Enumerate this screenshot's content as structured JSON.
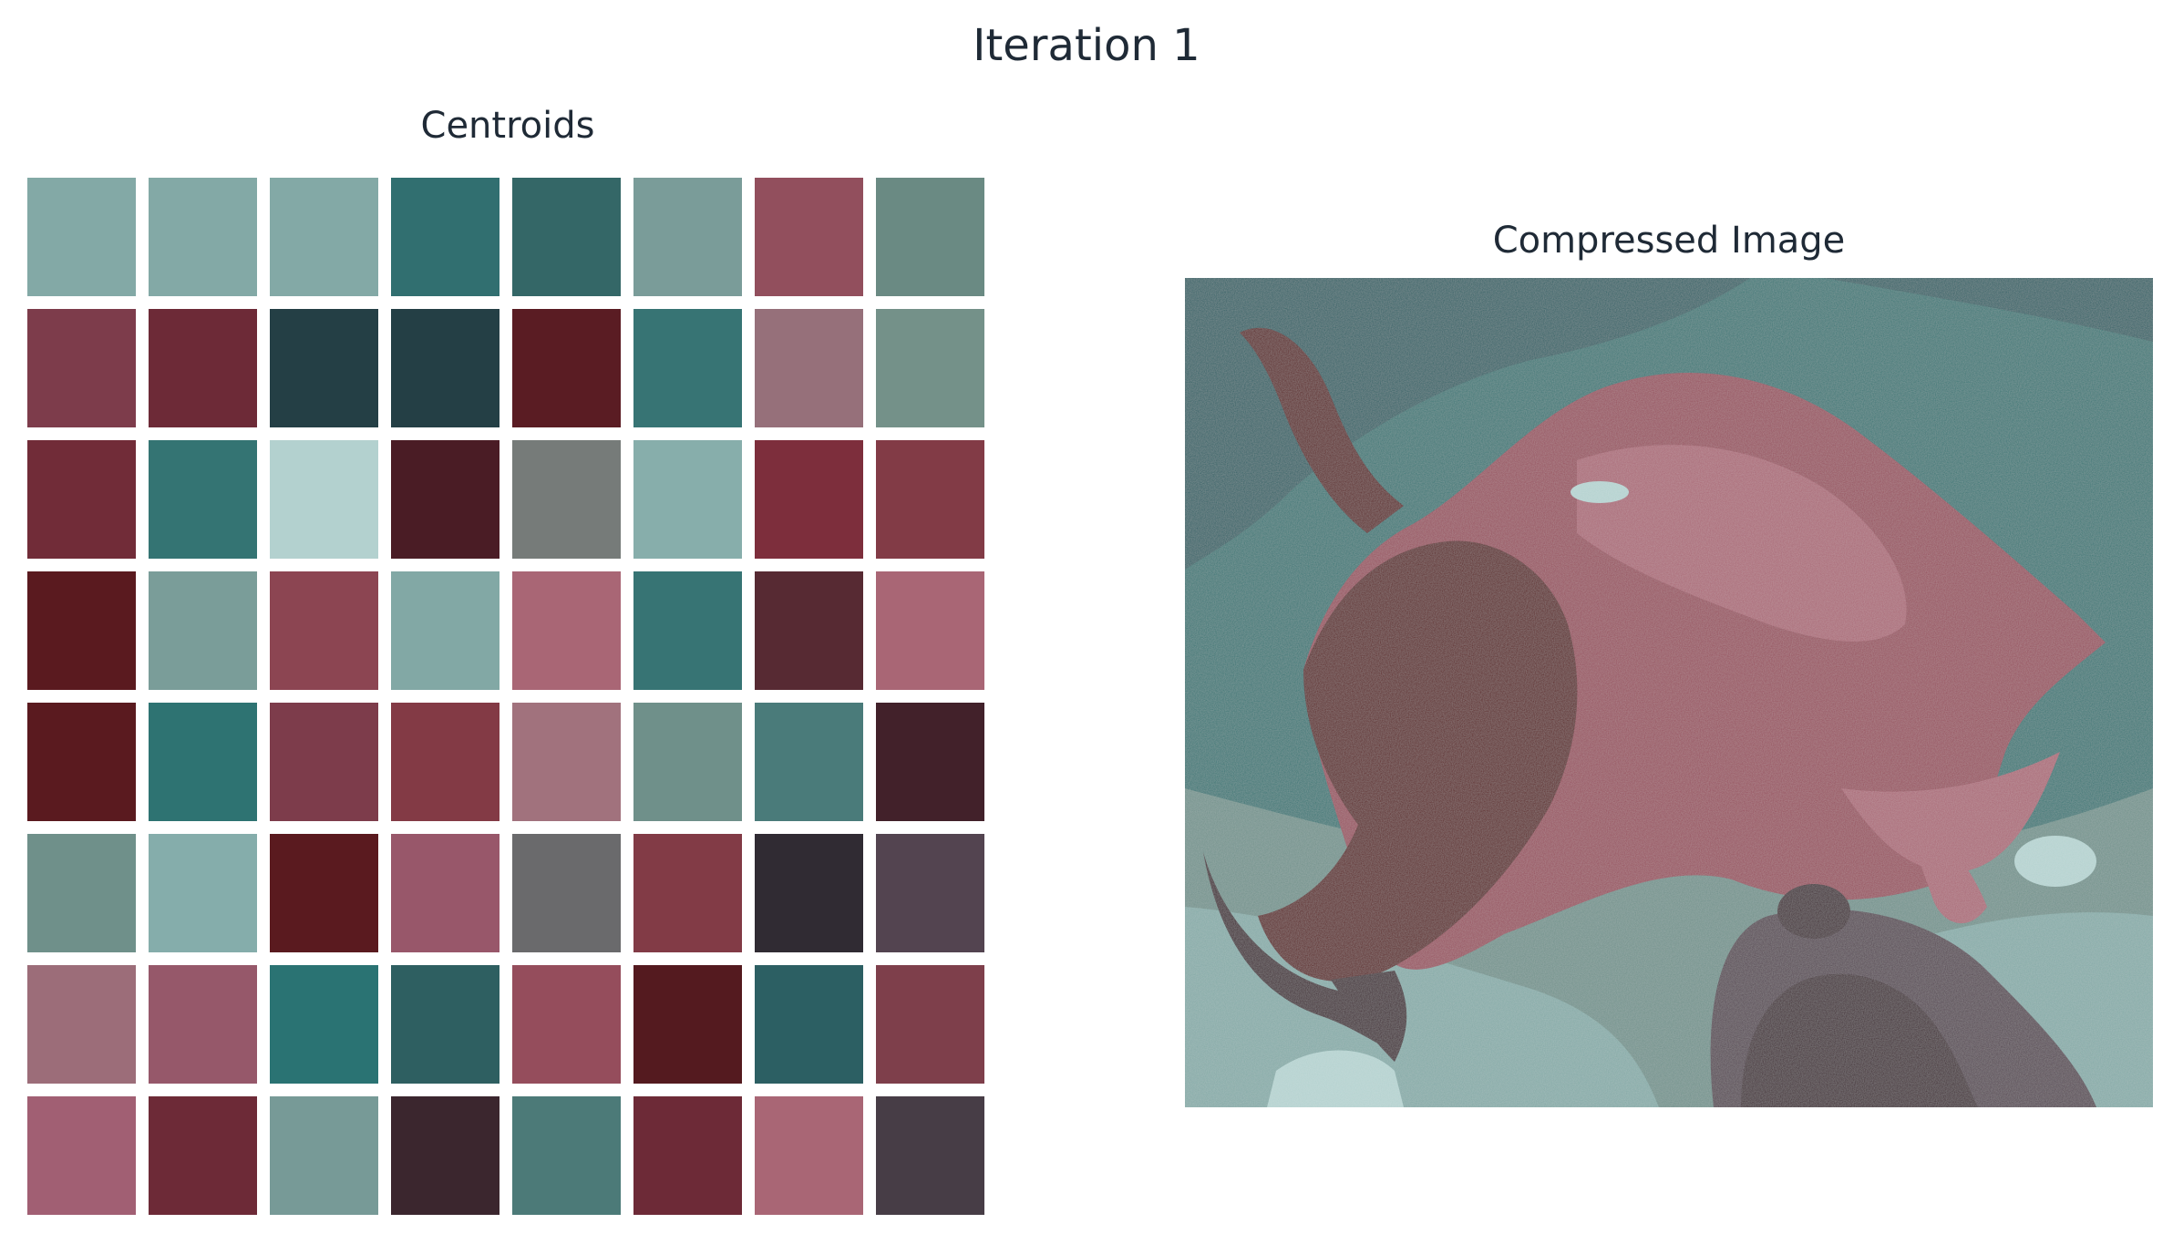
{
  "suptitle": "Iteration 1",
  "chart_data": [
    {
      "type": "heatmap",
      "title": "Centroids",
      "rows": 8,
      "cols": 8,
      "grid": false,
      "axes": "off",
      "colors": [
        [
          "#83a9a6",
          "#83a9a6",
          "#83a9a6",
          "#316f70",
          "#346767",
          "#7a9c99",
          "#924f5d",
          "#6a8a83"
        ],
        [
          "#7d3c4b",
          "#6d2a37",
          "#243f45",
          "#243f45",
          "#5a1c23",
          "#377474",
          "#96707a",
          "#749189"
        ],
        [
          "#712c38",
          "#347473",
          "#b3d1cf",
          "#4a1c25",
          "#767b79",
          "#87aeab",
          "#7d2e3c",
          "#823b46"
        ],
        [
          "#5a1a1f",
          "#7a9d99",
          "#8c4552",
          "#82a8a5",
          "#a96675",
          "#377474",
          "#572a33",
          "#a96675"
        ],
        [
          "#5a1a1f",
          "#2e7372",
          "#7d3c4b",
          "#833a45",
          "#a1727d",
          "#6f908a",
          "#4a7b7a",
          "#42212a"
        ],
        [
          "#6f908a",
          "#85adab",
          "#5a1a1f",
          "#98576a",
          "#6a6a6c",
          "#823b46",
          "#302b33",
          "#534450"
        ],
        [
          "#9c6d79",
          "#96586a",
          "#2a7373",
          "#2e5f61",
          "#954d5c",
          "#541a1f",
          "#2c5f63",
          "#7e3f4b"
        ],
        [
          "#a15f73",
          "#6d2a37",
          "#779a97",
          "#3b262e",
          "#4c7a78",
          "#6d2a37",
          "#a96675",
          "#473d46"
        ]
      ]
    },
    {
      "type": "image",
      "title": "Compressed Image",
      "axes": "off",
      "palette": {
        "water_dark": "#2c5f63",
        "water": "#347473",
        "water_light": "#6f908a",
        "sand": "#83a9a6",
        "sand_light": "#b3d1cf",
        "body": "#954d5c",
        "body_dark": "#5a1a1f",
        "body_light": "#a96675",
        "rock": "#534450",
        "rock_dark": "#3b262e"
      }
    }
  ]
}
